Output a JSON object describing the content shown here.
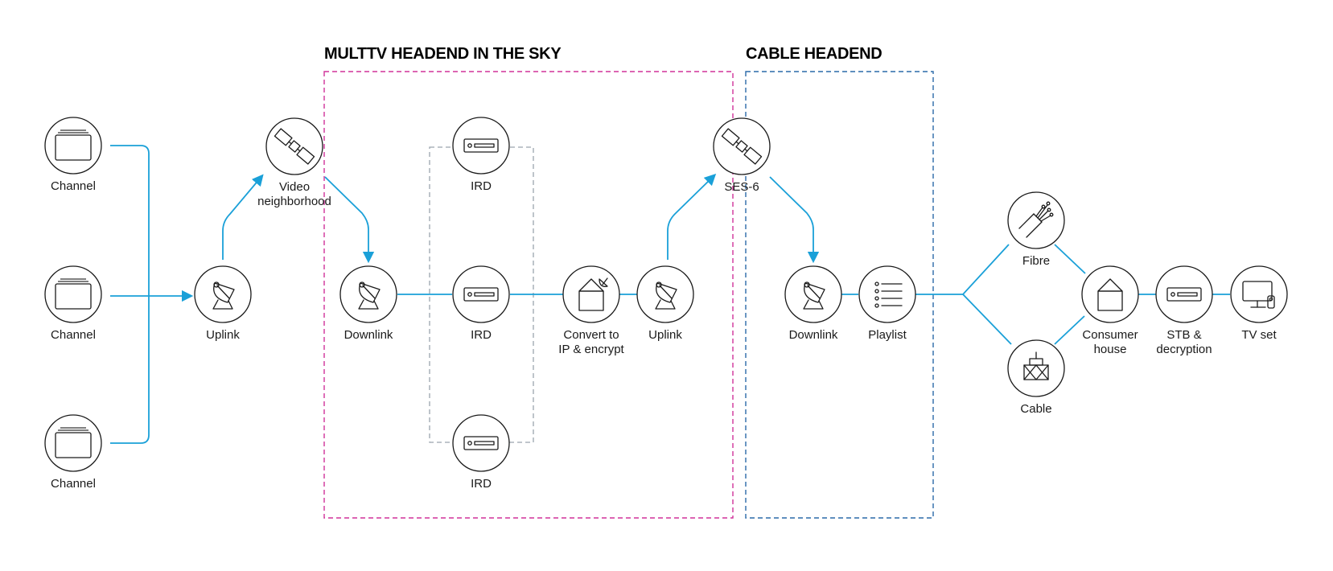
{
  "colors": {
    "flow": "#1aa0d8",
    "multtv_border": "#d0329a",
    "cable_border": "#2a6aa8",
    "ird_group_border": "#9aa4ad",
    "node_stroke": "#1a1a1a"
  },
  "sections": {
    "multtv": {
      "title": "MULTTV HEADEND IN THE SKY"
    },
    "cable": {
      "title": "CABLE HEADEND"
    }
  },
  "nodes": {
    "channel_1": {
      "label": [
        "Channel"
      ],
      "icon": "channel-stack-icon"
    },
    "channel_2": {
      "label": [
        "Channel"
      ],
      "icon": "channel-stack-icon"
    },
    "channel_3": {
      "label": [
        "Channel"
      ],
      "icon": "channel-stack-icon"
    },
    "uplink_1": {
      "label": [
        "Uplink"
      ],
      "icon": "satellite-dish-icon"
    },
    "video_neighborhood": {
      "label": [
        "Video",
        "neighborhood"
      ],
      "icon": "satellite-icon"
    },
    "downlink_1": {
      "label": [
        "Downlink"
      ],
      "icon": "satellite-dish-icon"
    },
    "ird_top": {
      "label": [
        "IRD"
      ],
      "icon": "receiver-box-icon"
    },
    "ird_mid": {
      "label": [
        "IRD"
      ],
      "icon": "receiver-box-icon"
    },
    "ird_bot": {
      "label": [
        "IRD"
      ],
      "icon": "receiver-box-icon"
    },
    "convert": {
      "label": [
        "Convert to",
        "IP & encrypt"
      ],
      "icon": "house-with-dish-icon"
    },
    "uplink_2": {
      "label": [
        "Uplink"
      ],
      "icon": "satellite-dish-icon"
    },
    "ses6": {
      "label": [
        "SES-6"
      ],
      "icon": "satellite-icon"
    },
    "downlink_2": {
      "label": [
        "Downlink"
      ],
      "icon": "satellite-dish-icon"
    },
    "playlist": {
      "label": [
        "Playlist"
      ],
      "icon": "playlist-icon"
    },
    "fibre": {
      "label": [
        "Fibre"
      ],
      "icon": "fibre-optic-icon"
    },
    "cable": {
      "label": [
        "Cable"
      ],
      "icon": "cable-tower-icon"
    },
    "consumer_house": {
      "label": [
        "Consumer",
        "house"
      ],
      "icon": "house-icon"
    },
    "stb": {
      "label": [
        "STB &",
        "decryption"
      ],
      "icon": "receiver-box-icon"
    },
    "tv": {
      "label": [
        "TV set"
      ],
      "icon": "tv-monitor-icon"
    }
  }
}
